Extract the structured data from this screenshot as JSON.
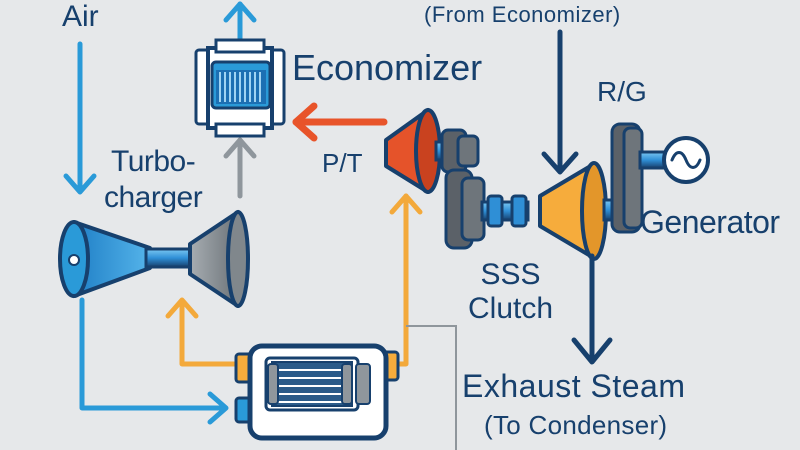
{
  "labels": {
    "air": "Air",
    "turbocharger_line1": "Turbo-",
    "turbocharger_line2": "charger",
    "economizer": "Economizer",
    "from_economizer": "(From Economizer)",
    "rg": "R/G",
    "pt": "P/T",
    "generator": "Generator",
    "sss_line1": "SSS",
    "sss_line2": "Clutch",
    "exhaust_steam": "Exhaust Steam",
    "to_condenser": "(To Condenser)"
  },
  "colors": {
    "background": "#e6e8ea",
    "air_blue": "#2a9ad8",
    "dark_navy": "#17406d",
    "exhaust_orange": "#f3a93b",
    "red_arrow": "#e8542a",
    "gray": "#8f969c",
    "turbine_orange": "#f6ac3c",
    "power_turbine_red": "#e5532a",
    "shaft_blue": "#2f8fd6",
    "gear_gray": "#5b6168"
  },
  "icons": {
    "generator_symbol": "sine-wave-icon"
  }
}
